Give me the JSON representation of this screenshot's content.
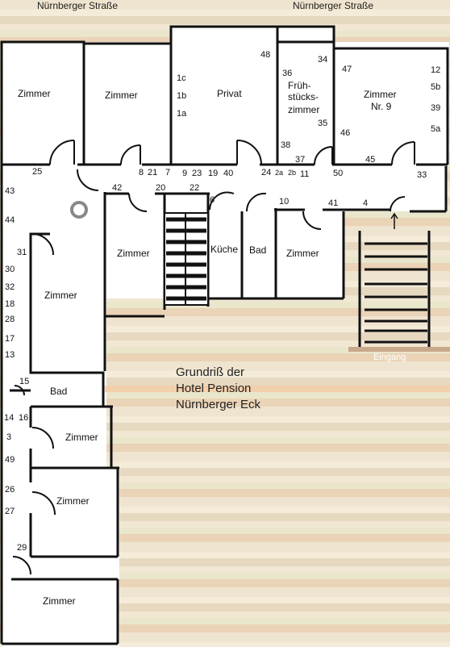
{
  "streets": [
    "Nürnberger Straße",
    "Nürnberger Straße"
  ],
  "title_lines": [
    "Grundriß der",
    "Hotel Pension",
    "Nürnberger Eck"
  ],
  "entrance_label": "Eingang",
  "rooms": {
    "zimmer": "Zimmer",
    "privat": "Privat",
    "fruehstueck_1": "Früh-",
    "fruehstueck_2": "stücks-",
    "fruehstueck_3": "zimmer",
    "zimmer9_1": "Zimmer",
    "zimmer9_2": "Nr. 9",
    "kueche": "Küche",
    "bad": "Bad"
  },
  "numbers": [
    "1c",
    "1b",
    "1a",
    "48",
    "36",
    "34",
    "47",
    "12",
    "5b",
    "39",
    "5a",
    "35",
    "46",
    "38",
    "37",
    "45",
    "25",
    "8",
    "21",
    "7",
    "9",
    "23",
    "19",
    "40",
    "24",
    "2a",
    "2b",
    "11",
    "50",
    "33",
    "43",
    "42",
    "20",
    "22",
    "6",
    "10",
    "41",
    "4",
    "44",
    "31",
    "30",
    "32",
    "18",
    "28",
    "17",
    "13",
    "15",
    "14",
    "16",
    "3",
    "49",
    "26",
    "27",
    "29"
  ]
}
